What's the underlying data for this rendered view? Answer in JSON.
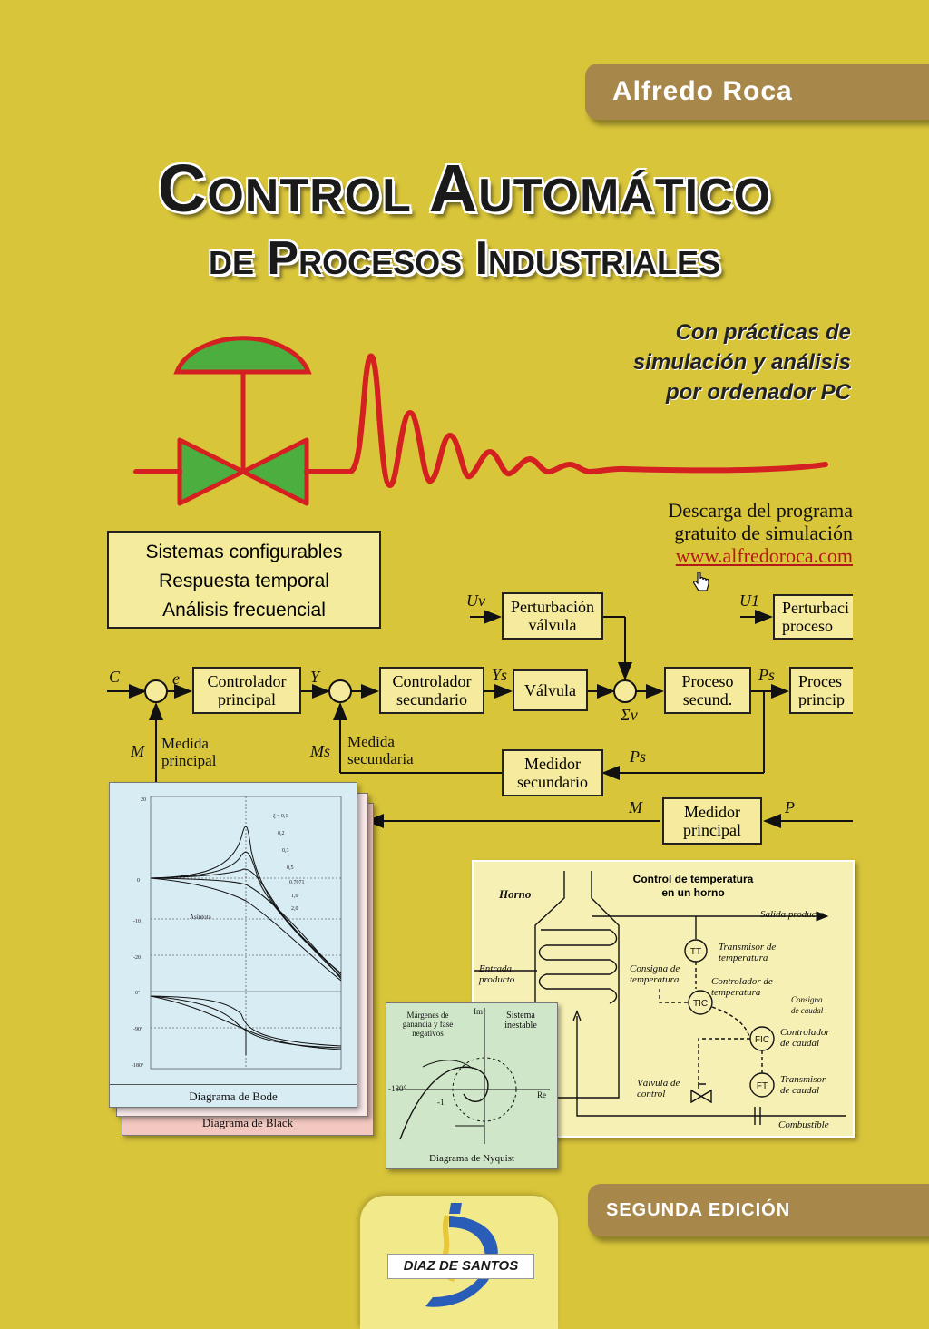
{
  "author": "Alfredo Roca",
  "title": {
    "line1": "Control Automático",
    "line2": "de Procesos Industriales"
  },
  "subtitle": [
    "Con prácticas de",
    "simulación y análisis",
    "por ordenador PC"
  ],
  "download": {
    "line1": "Descarga del programa",
    "line2": "gratuito de simulación",
    "url": "www.alfredoroca.com"
  },
  "features": [
    "Sistemas configurables",
    "Respuesta temporal",
    "Análisis frecuencial"
  ],
  "block_diagram": {
    "perturb_valve": [
      "Perturbación",
      "válvula"
    ],
    "perturb_process": [
      "Perturbaci",
      "proceso"
    ],
    "main_controller": [
      "Controlador",
      "principal"
    ],
    "sec_controller": [
      "Controlador",
      "secundario"
    ],
    "valve": "Válvula",
    "sec_process": [
      "Proceso",
      "secund."
    ],
    "main_process": [
      "Proces",
      "princip"
    ],
    "sec_meter": [
      "Medidor",
      "secundario"
    ],
    "main_meter": [
      "Medidor",
      "principal"
    ],
    "main_measure": [
      "Medida",
      "principal"
    ],
    "sec_measure": [
      "Medida",
      "secundaria"
    ],
    "signals": {
      "C": "C",
      "e": "e",
      "Y": "Y",
      "Ys": "Ys",
      "Uv": "Uv",
      "U1": "U1",
      "Ps": "Ps",
      "Sv": "Σv",
      "M": "M",
      "Ms": "Ms",
      "P": "P"
    }
  },
  "bode": {
    "caption": "Diagrama de Bode",
    "back_caption": "Diagrama de Black",
    "asymptote": "Asíntota"
  },
  "nyquist": {
    "caption": "Diagrama de Nyquist",
    "margins": [
      "Márgenes de",
      "ganancia y fase",
      "negativos"
    ],
    "unstable": [
      "Sistema",
      "inestable"
    ],
    "im": "Im",
    "re": "Re",
    "minus180": "-180°",
    "minus1": "-1"
  },
  "oven": {
    "title": [
      "Control de temperatura",
      "en un horno"
    ],
    "horno": "Horno",
    "salida": "Salida producto",
    "entrada": [
      "Entrada",
      "producto"
    ],
    "consigna_temp": [
      "Consigna de",
      "temperatura"
    ],
    "tt": "TT",
    "tt_label": [
      "Transmisor de",
      "temperatura"
    ],
    "tic": "TIC",
    "tic_label": [
      "Controlador de",
      "temperatura"
    ],
    "consigna_caudal": [
      "Consigna",
      "de caudal"
    ],
    "fic": "FIC",
    "fic_label": [
      "Controlador",
      "de caudal"
    ],
    "ft": "FT",
    "ft_label": [
      "Transmisor",
      "de caudal"
    ],
    "valvula": [
      "Válvula de",
      "control"
    ],
    "combustible": "Combustible"
  },
  "edition": "SEGUNDA EDICIÓN",
  "publisher": "DIAZ DE SANTOS",
  "colors": {
    "background": "#d9c53a",
    "tab": "#a8874a",
    "valve_green": "#4cae3e",
    "signal_red": "#d42020"
  }
}
